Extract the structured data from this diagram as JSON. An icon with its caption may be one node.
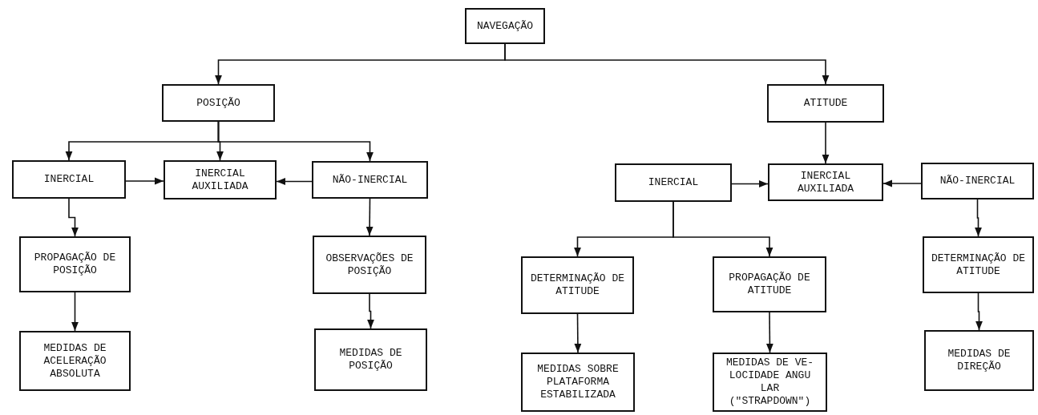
{
  "diagram": {
    "nodes": [
      {
        "text": [
          "NAVEGAÇÃO"
        ]
      },
      {
        "text": [
          "POSIÇÃO"
        ]
      },
      {
        "text": [
          "ATITUDE"
        ]
      },
      {
        "text": [
          "INERCIAL"
        ]
      },
      {
        "text": [
          "INERCIAL AUXILIADA"
        ]
      },
      {
        "text": [
          "NÃO-INERCIAL"
        ]
      },
      {
        "text": [
          "PROPAGAÇÃO DE POSIÇÃO"
        ]
      },
      {
        "text": [
          "MEDIDAS DE ACELERAÇÃO ABSOLUTA"
        ]
      },
      {
        "text": [
          "OBSERVAÇÕES DE POSIÇÃO"
        ]
      },
      {
        "text": [
          "MEDIDAS DE POSIÇÃO"
        ]
      },
      {
        "text": [
          "INERCIAL"
        ]
      },
      {
        "text": [
          "INERCIAL AUXILIADA"
        ]
      },
      {
        "text": [
          "NÃO-INERCIAL"
        ]
      },
      {
        "text": [
          "DETERMINAÇÃO DE ATITUDE"
        ]
      },
      {
        "text": [
          "PROPAGAÇÃO DE ATITUDE"
        ]
      },
      {
        "text": [
          "MEDIDAS SOBRE PLATAFORMA ESTABILIZADA"
        ]
      },
      {
        "text": [
          "MEDIDAS DE VE- LOCIDADE ANGU LAR (\"STRAPDOWN\")"
        ]
      },
      {
        "text": [
          "DETERMINAÇÃO DE ATITUDE"
        ]
      },
      {
        "text": [
          "MEDIDAS DE DIREÇÃO"
        ]
      }
    ],
    "edges": [
      {
        "from": 0,
        "to": 1,
        "arrow": "to"
      },
      {
        "from": 0,
        "to": 2,
        "arrow": "to"
      },
      {
        "from": 1,
        "to": 3,
        "arrow": "to"
      },
      {
        "from": 1,
        "to": 4,
        "arrow": "to"
      },
      {
        "from": 1,
        "to": 5,
        "arrow": "to"
      },
      {
        "from": 3,
        "to": 4,
        "arrow": "to"
      },
      {
        "from": 5,
        "to": 4,
        "arrow": "to"
      },
      {
        "from": 3,
        "to": 6,
        "arrow": "to"
      },
      {
        "from": 6,
        "to": 7,
        "arrow": "to"
      },
      {
        "from": 5,
        "to": 8,
        "arrow": "to"
      },
      {
        "from": 8,
        "to": 9,
        "arrow": "to"
      },
      {
        "from": 2,
        "to": 11,
        "arrow": "to"
      },
      {
        "from": 10,
        "to": 11,
        "arrow": "to"
      },
      {
        "from": 12,
        "to": 11,
        "arrow": "to"
      },
      {
        "from": 10,
        "to": 13,
        "arrow": "to"
      },
      {
        "from": 10,
        "to": 14,
        "arrow": "to"
      },
      {
        "from": 13,
        "to": 15,
        "arrow": "to"
      },
      {
        "from": 14,
        "to": 16,
        "arrow": "to"
      },
      {
        "from": 12,
        "to": 17,
        "arrow": "to"
      },
      {
        "from": 17,
        "to": 18,
        "arrow": "to"
      }
    ]
  }
}
